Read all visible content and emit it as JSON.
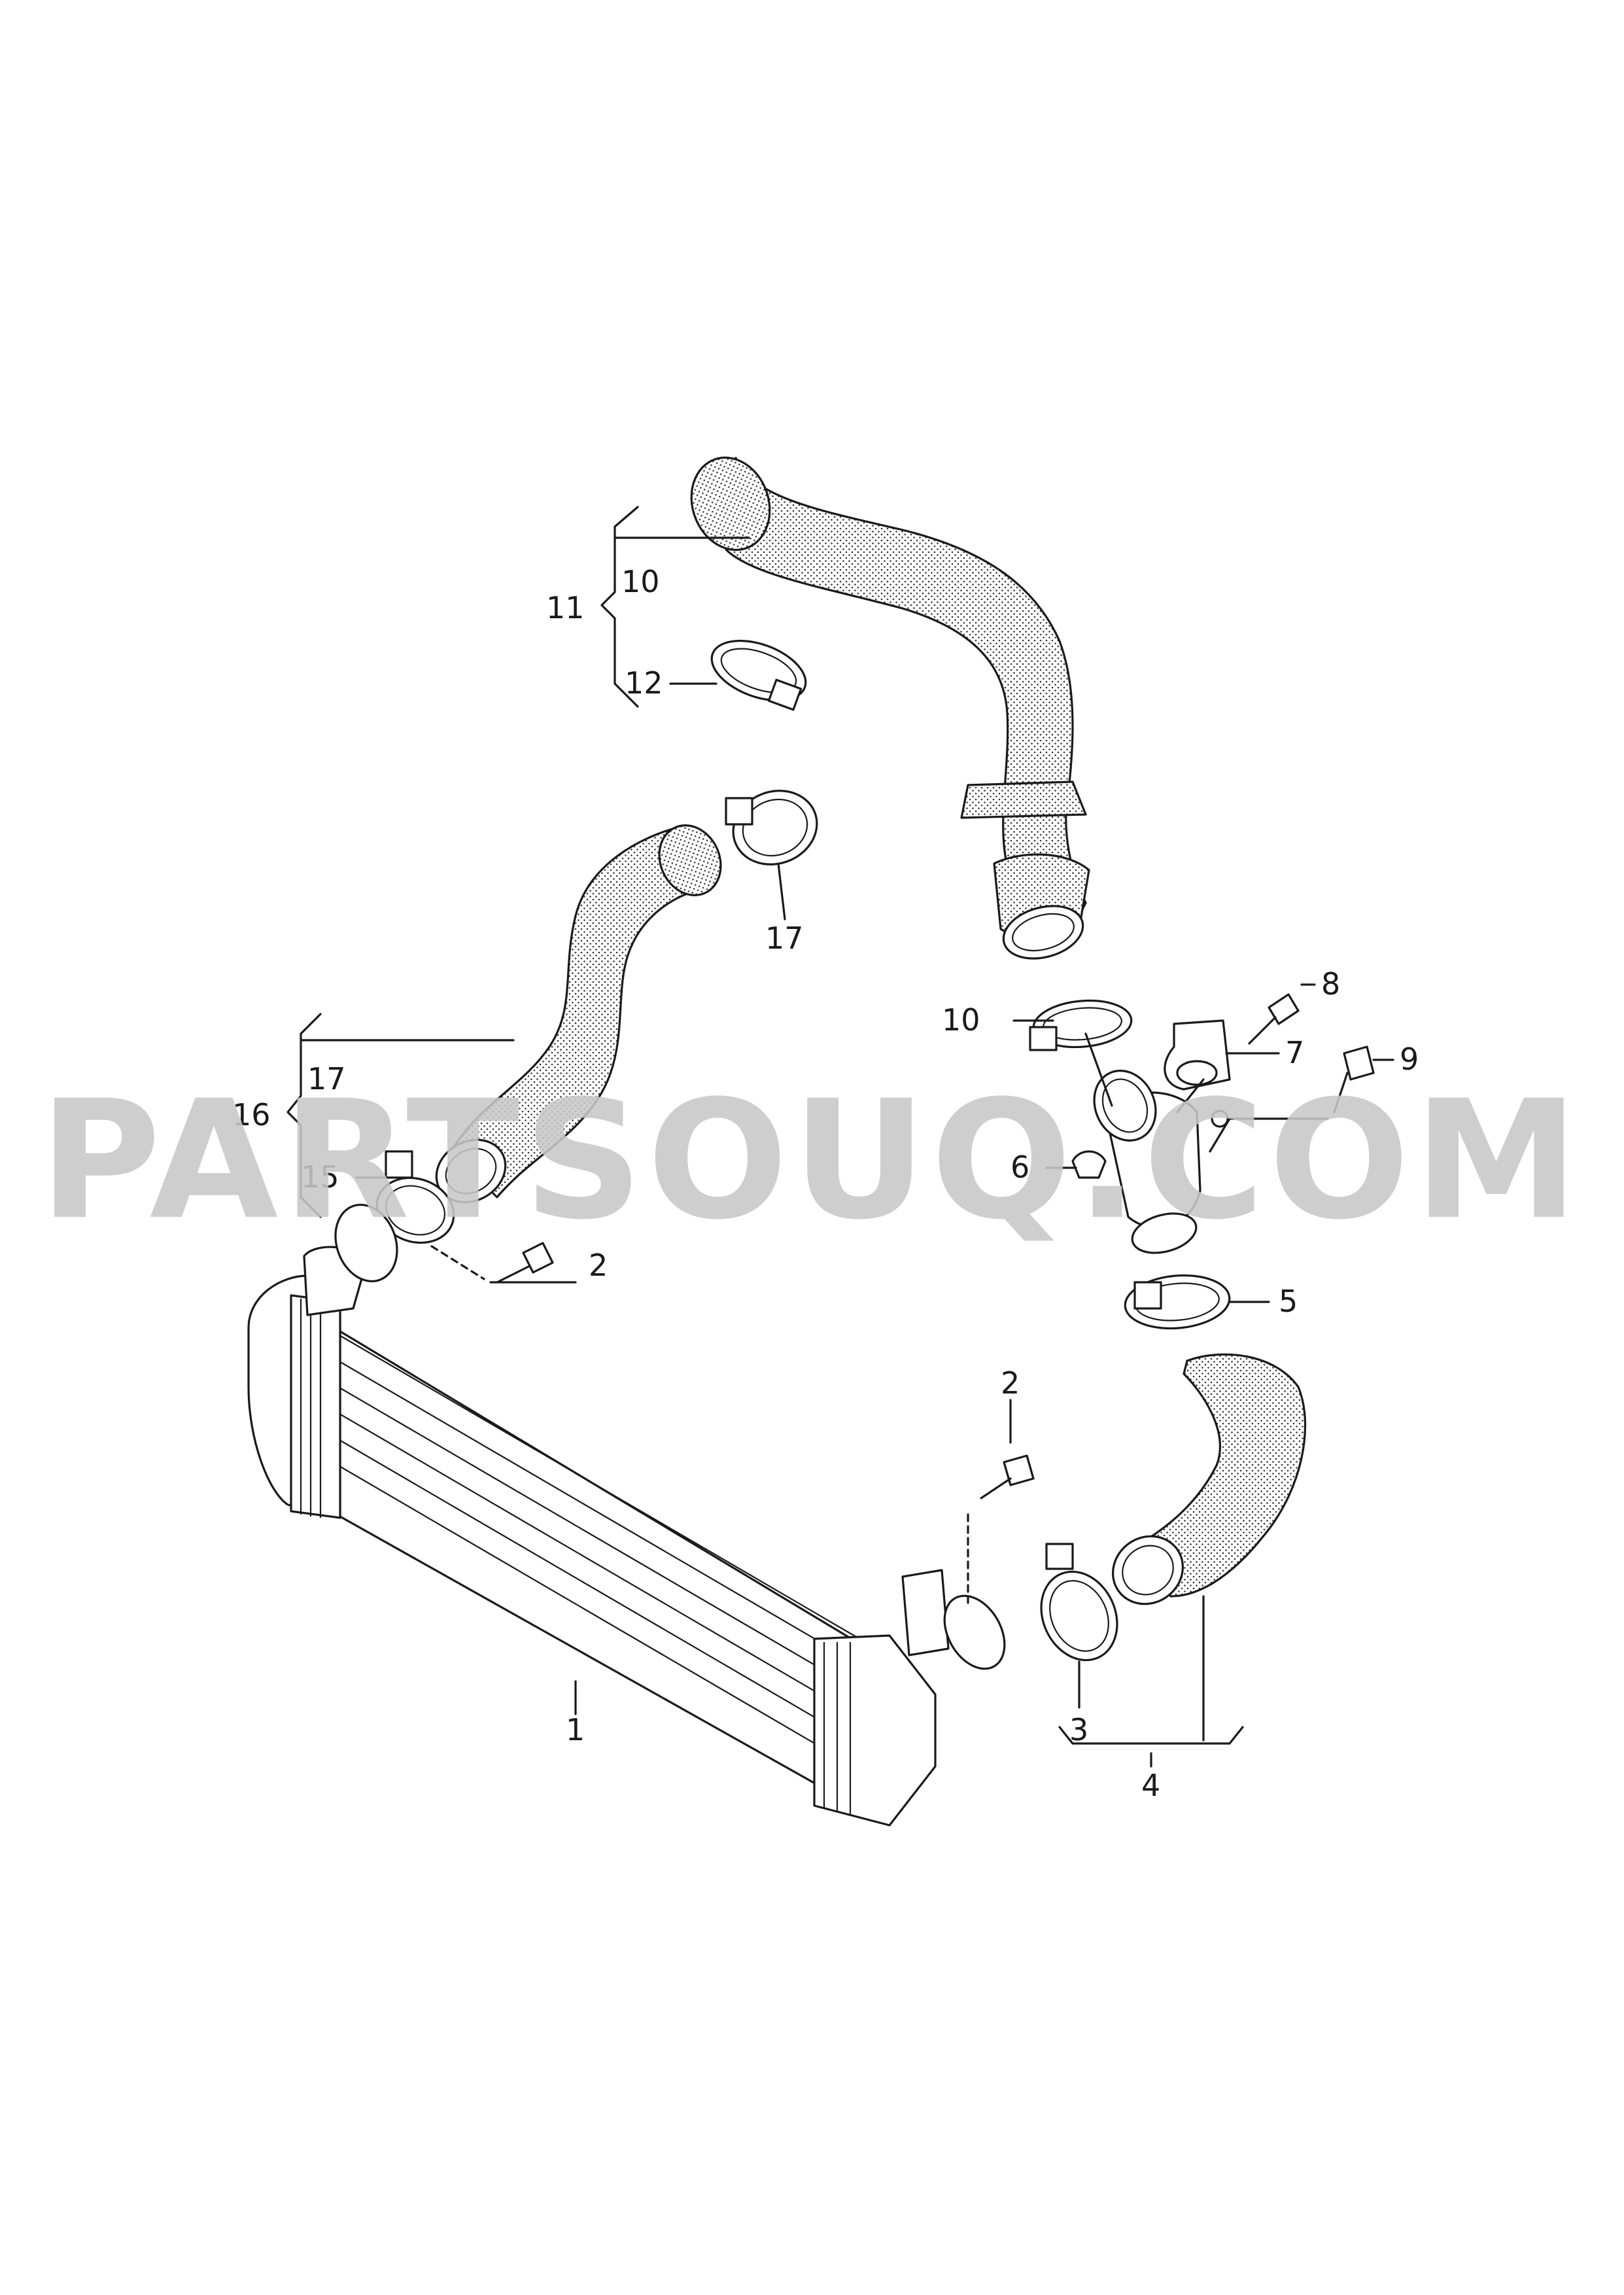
{
  "watermark": "PARTSOUQ.COM",
  "callouts": {
    "c1": "1",
    "c2a": "2",
    "c2b": "2",
    "c3": "3",
    "c4": "4",
    "c5": "5",
    "c6": "6",
    "c7": "7",
    "c8": "8",
    "c9": "9",
    "c10a": "10",
    "c10b": "10",
    "c11": "11",
    "c12": "12",
    "c15": "15",
    "c16": "16",
    "c17a": "17",
    "c17b": "17"
  }
}
